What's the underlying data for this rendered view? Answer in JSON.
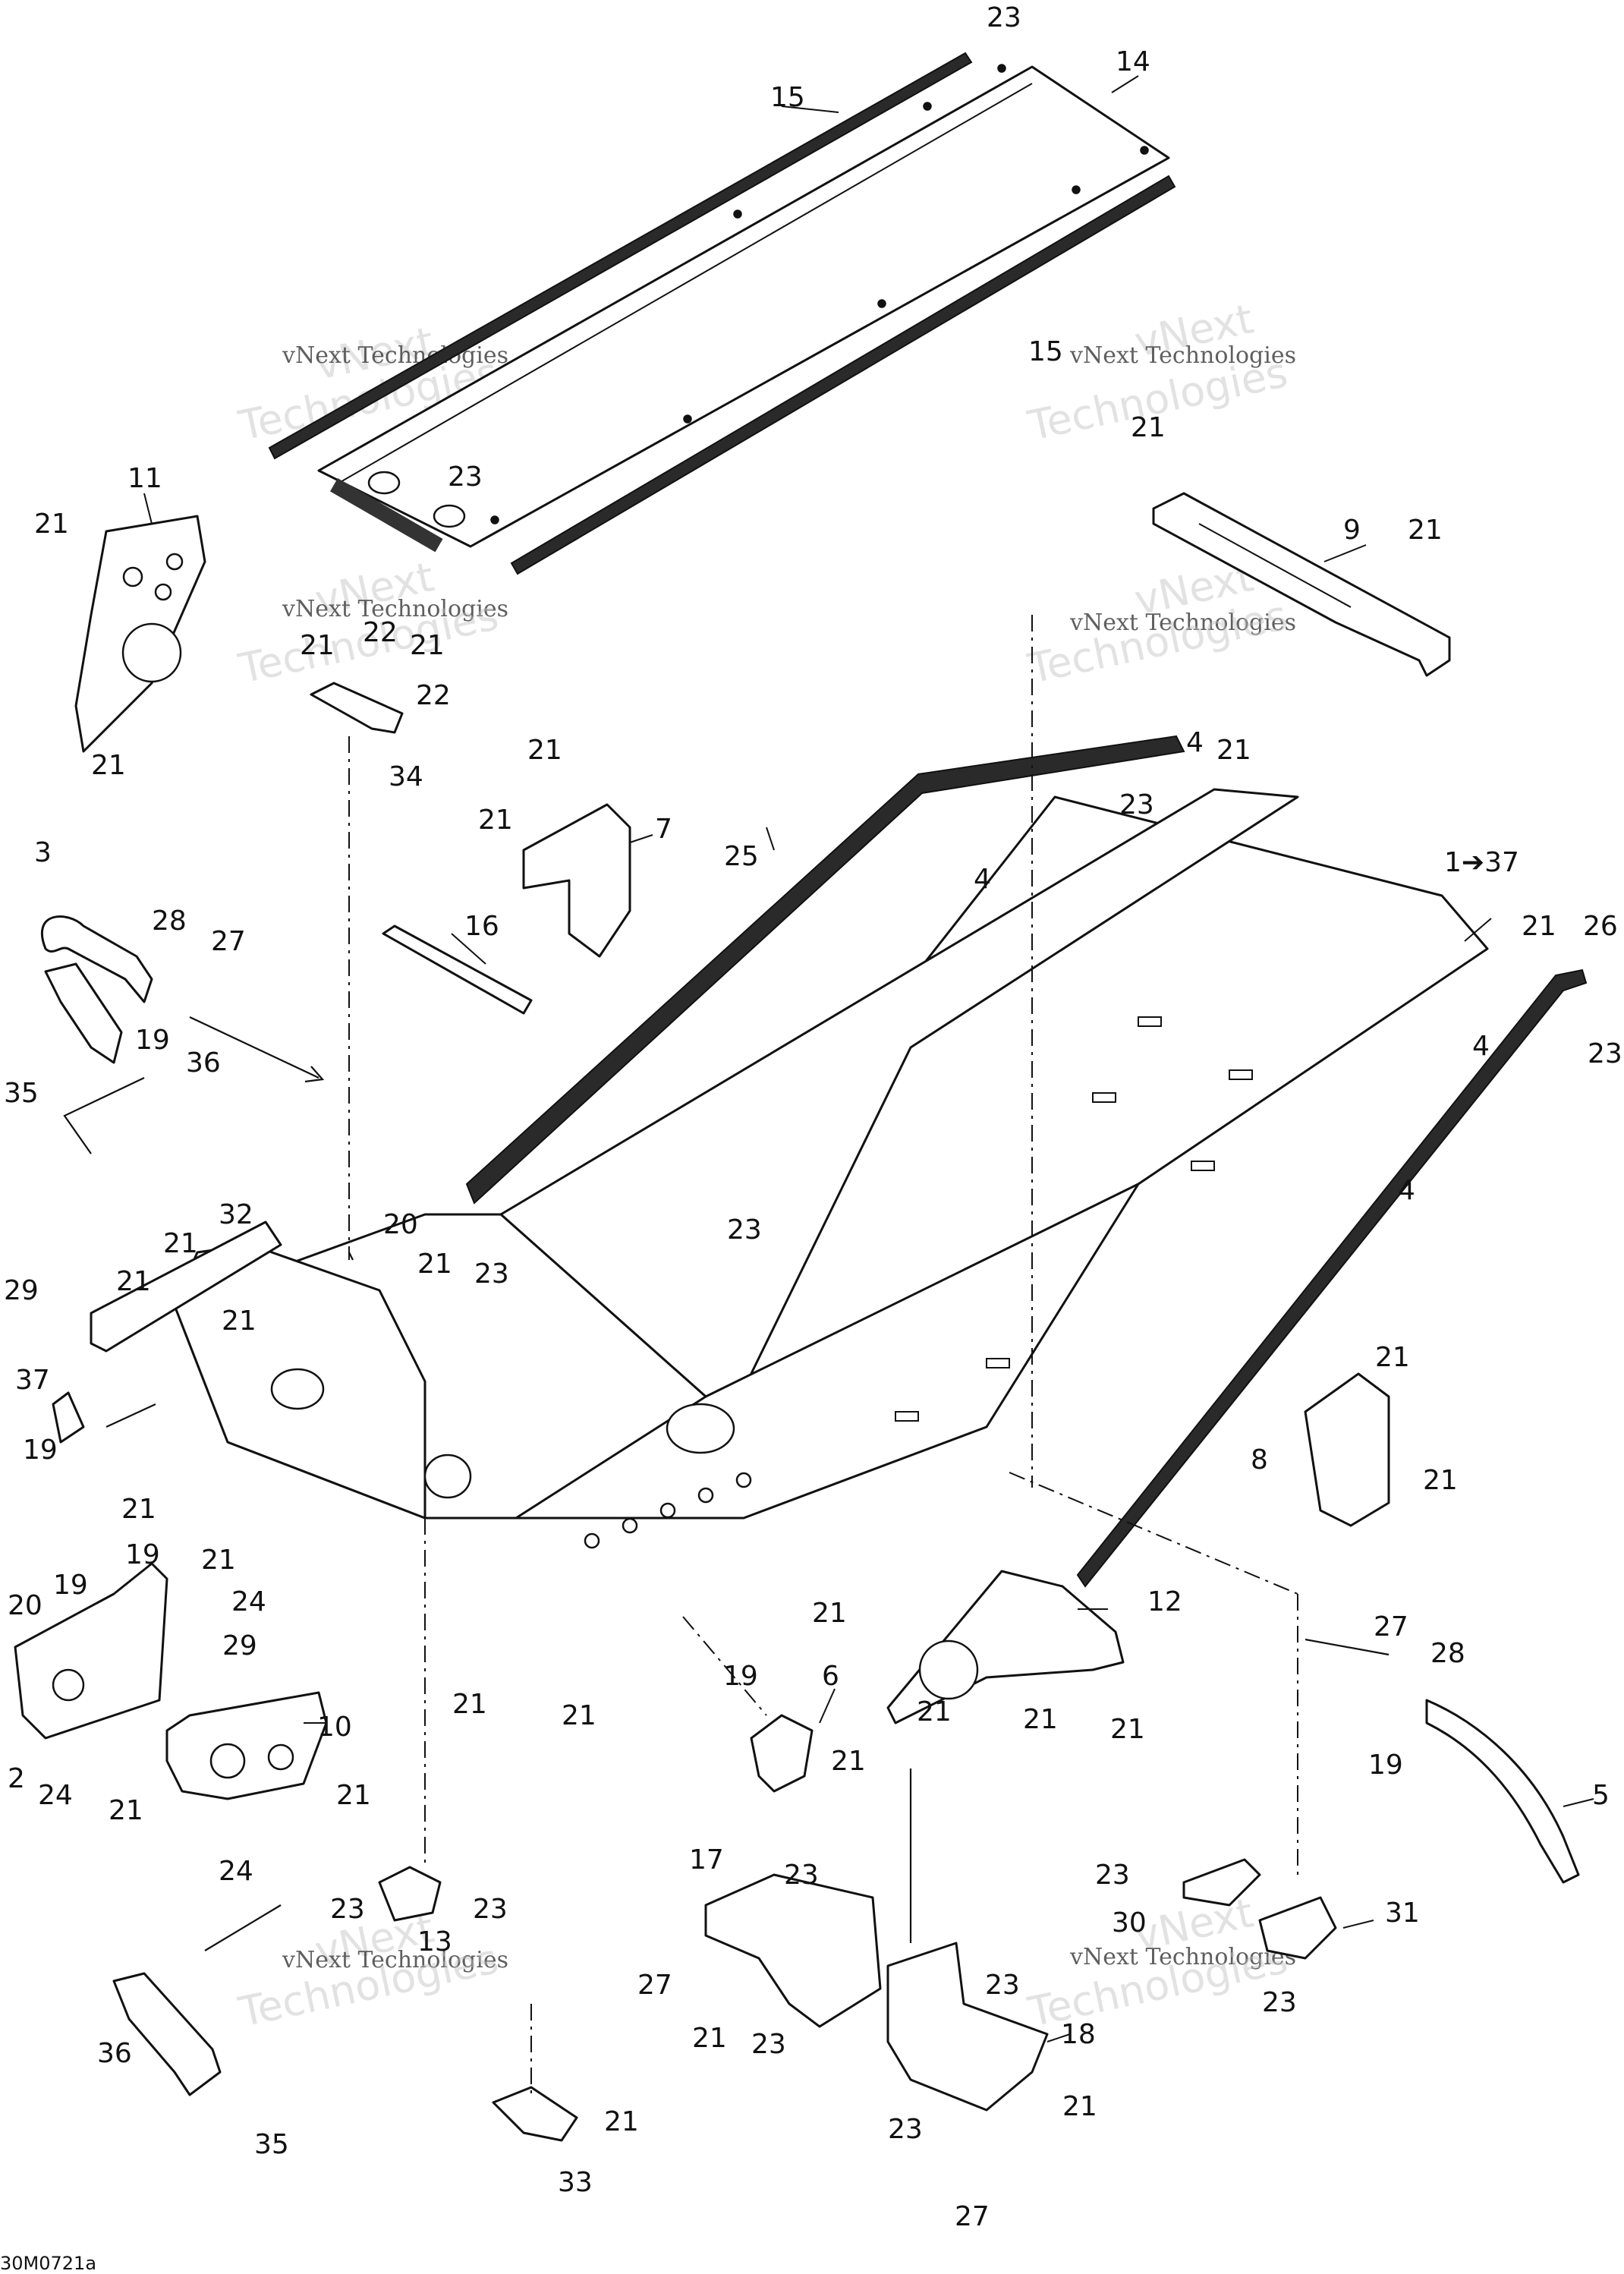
{
  "diagram": {
    "reference_code": "30M0721a",
    "watermark": {
      "line1": "vNext",
      "line2": "vNext Technologies",
      "line3": "Technologies"
    },
    "callouts": [
      {
        "id": "c1",
        "text": "23"
      },
      {
        "id": "c2",
        "text": "14"
      },
      {
        "id": "c3",
        "text": "15"
      },
      {
        "id": "c4",
        "text": "15"
      },
      {
        "id": "c5",
        "text": "23"
      },
      {
        "id": "c6",
        "text": "21"
      },
      {
        "id": "c7",
        "text": "9"
      },
      {
        "id": "c8",
        "text": "21"
      },
      {
        "id": "c9",
        "text": "11"
      },
      {
        "id": "c10",
        "text": "21"
      },
      {
        "id": "c11",
        "text": "21"
      },
      {
        "id": "c12",
        "text": "21"
      },
      {
        "id": "c13",
        "text": "22"
      },
      {
        "id": "c14",
        "text": "21"
      },
      {
        "id": "c15",
        "text": "22"
      },
      {
        "id": "c16",
        "text": "34"
      },
      {
        "id": "c17",
        "text": "21"
      },
      {
        "id": "c18",
        "text": "21"
      },
      {
        "id": "c19",
        "text": "7"
      },
      {
        "id": "c20",
        "text": "4"
      },
      {
        "id": "c21",
        "text": "21"
      },
      {
        "id": "c22",
        "text": "23"
      },
      {
        "id": "c23",
        "text": "25"
      },
      {
        "id": "c24",
        "text": "4"
      },
      {
        "id": "c25",
        "text": "1➔37"
      },
      {
        "id": "c26",
        "text": "21"
      },
      {
        "id": "c27",
        "text": "26"
      },
      {
        "id": "c28",
        "text": "3"
      },
      {
        "id": "c29",
        "text": "28"
      },
      {
        "id": "c30",
        "text": "27"
      },
      {
        "id": "c31",
        "text": "16"
      },
      {
        "id": "c32",
        "text": "19"
      },
      {
        "id": "c33",
        "text": "4"
      },
      {
        "id": "c34",
        "text": "23"
      },
      {
        "id": "c35",
        "text": "35"
      },
      {
        "id": "c36",
        "text": "36"
      },
      {
        "id": "c37",
        "text": "21"
      },
      {
        "id": "c38",
        "text": "23"
      },
      {
        "id": "c39",
        "text": "4"
      },
      {
        "id": "c40",
        "text": "32"
      },
      {
        "id": "c41",
        "text": "21"
      },
      {
        "id": "c42",
        "text": "20"
      },
      {
        "id": "c43",
        "text": "23"
      },
      {
        "id": "c44",
        "text": "21"
      },
      {
        "id": "c45",
        "text": "29"
      },
      {
        "id": "c46",
        "text": "21"
      },
      {
        "id": "c47",
        "text": "37"
      },
      {
        "id": "c48",
        "text": "21"
      },
      {
        "id": "c49",
        "text": "8"
      },
      {
        "id": "c50",
        "text": "21"
      },
      {
        "id": "c51",
        "text": "19"
      },
      {
        "id": "c52",
        "text": "21"
      },
      {
        "id": "c53",
        "text": "19"
      },
      {
        "id": "c54",
        "text": "21"
      },
      {
        "id": "c55",
        "text": "24"
      },
      {
        "id": "c56",
        "text": "19"
      },
      {
        "id": "c57",
        "text": "20"
      },
      {
        "id": "c58",
        "text": "29"
      },
      {
        "id": "c59",
        "text": "21"
      },
      {
        "id": "c60",
        "text": "12"
      },
      {
        "id": "c61",
        "text": "19"
      },
      {
        "id": "c62",
        "text": "27"
      },
      {
        "id": "c63",
        "text": "28"
      },
      {
        "id": "c64",
        "text": "6"
      },
      {
        "id": "c65",
        "text": "21"
      },
      {
        "id": "c66",
        "text": "21"
      },
      {
        "id": "c67",
        "text": "10"
      },
      {
        "id": "c68",
        "text": "21"
      },
      {
        "id": "c69",
        "text": "21"
      },
      {
        "id": "c70",
        "text": "21"
      },
      {
        "id": "c71",
        "text": "21"
      },
      {
        "id": "c72",
        "text": "2"
      },
      {
        "id": "c73",
        "text": "24"
      },
      {
        "id": "c74",
        "text": "19"
      },
      {
        "id": "c75",
        "text": "21"
      },
      {
        "id": "c76",
        "text": "21"
      },
      {
        "id": "c77",
        "text": "24"
      },
      {
        "id": "c78",
        "text": "5"
      },
      {
        "id": "c79",
        "text": "17"
      },
      {
        "id": "c80",
        "text": "23"
      },
      {
        "id": "c81",
        "text": "23"
      },
      {
        "id": "c82",
        "text": "23"
      },
      {
        "id": "c83",
        "text": "13"
      },
      {
        "id": "c84",
        "text": "23"
      },
      {
        "id": "c85",
        "text": "30"
      },
      {
        "id": "c86",
        "text": "31"
      },
      {
        "id": "c87",
        "text": "23"
      },
      {
        "id": "c88",
        "text": "27"
      },
      {
        "id": "c89",
        "text": "23"
      },
      {
        "id": "c90",
        "text": "21"
      },
      {
        "id": "c91",
        "text": "23"
      },
      {
        "id": "c92",
        "text": "18"
      },
      {
        "id": "c93",
        "text": "36"
      },
      {
        "id": "c94",
        "text": "21"
      },
      {
        "id": "c95",
        "text": "21"
      },
      {
        "id": "c96",
        "text": "23"
      },
      {
        "id": "c97",
        "text": "35"
      },
      {
        "id": "c98",
        "text": "33"
      },
      {
        "id": "c99",
        "text": "27"
      }
    ]
  }
}
